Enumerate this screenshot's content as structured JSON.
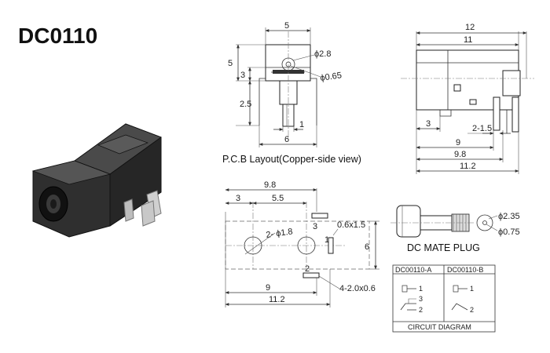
{
  "title": "DC0110",
  "top_view": {
    "dims": [
      "5",
      "5",
      "3",
      "2.5",
      "1",
      "6"
    ],
    "hole_large": "ϕ2.8",
    "hole_small": "ϕ0.65"
  },
  "side_view": {
    "dims": [
      "12",
      "11",
      "3",
      "2-1.5",
      "9",
      "9.8",
      "11.2"
    ]
  },
  "pcb": {
    "caption": "P.C.B Layout(Copper-side view)",
    "dims": [
      "9.8",
      "3",
      "5.5",
      "6",
      "9",
      "11.2"
    ],
    "pin_labels": [
      "3",
      "1",
      "2"
    ],
    "holes": "2- ϕ1.8",
    "slot_a": "0.6x1.5",
    "slot_b": "4-2.0x0.6"
  },
  "plug": {
    "caption": "DC MATE PLUG",
    "outer": "ϕ2.35",
    "inner": "ϕ0.75"
  },
  "circuit": {
    "caption": "CIRCUIT DIAGRAM",
    "col_a": "DC00110-A",
    "col_b": "DC00110-B",
    "a_pins": [
      "1",
      "3",
      "2"
    ],
    "b_pins": [
      "1",
      "2"
    ]
  },
  "icons": {
    "photo": "dc-jack-photo",
    "arrowhead": "dimension-arrow"
  },
  "colors": {
    "ink": "#222222",
    "photo_body": "#2a2a2a",
    "pin_metal": "#c8c8c8"
  }
}
